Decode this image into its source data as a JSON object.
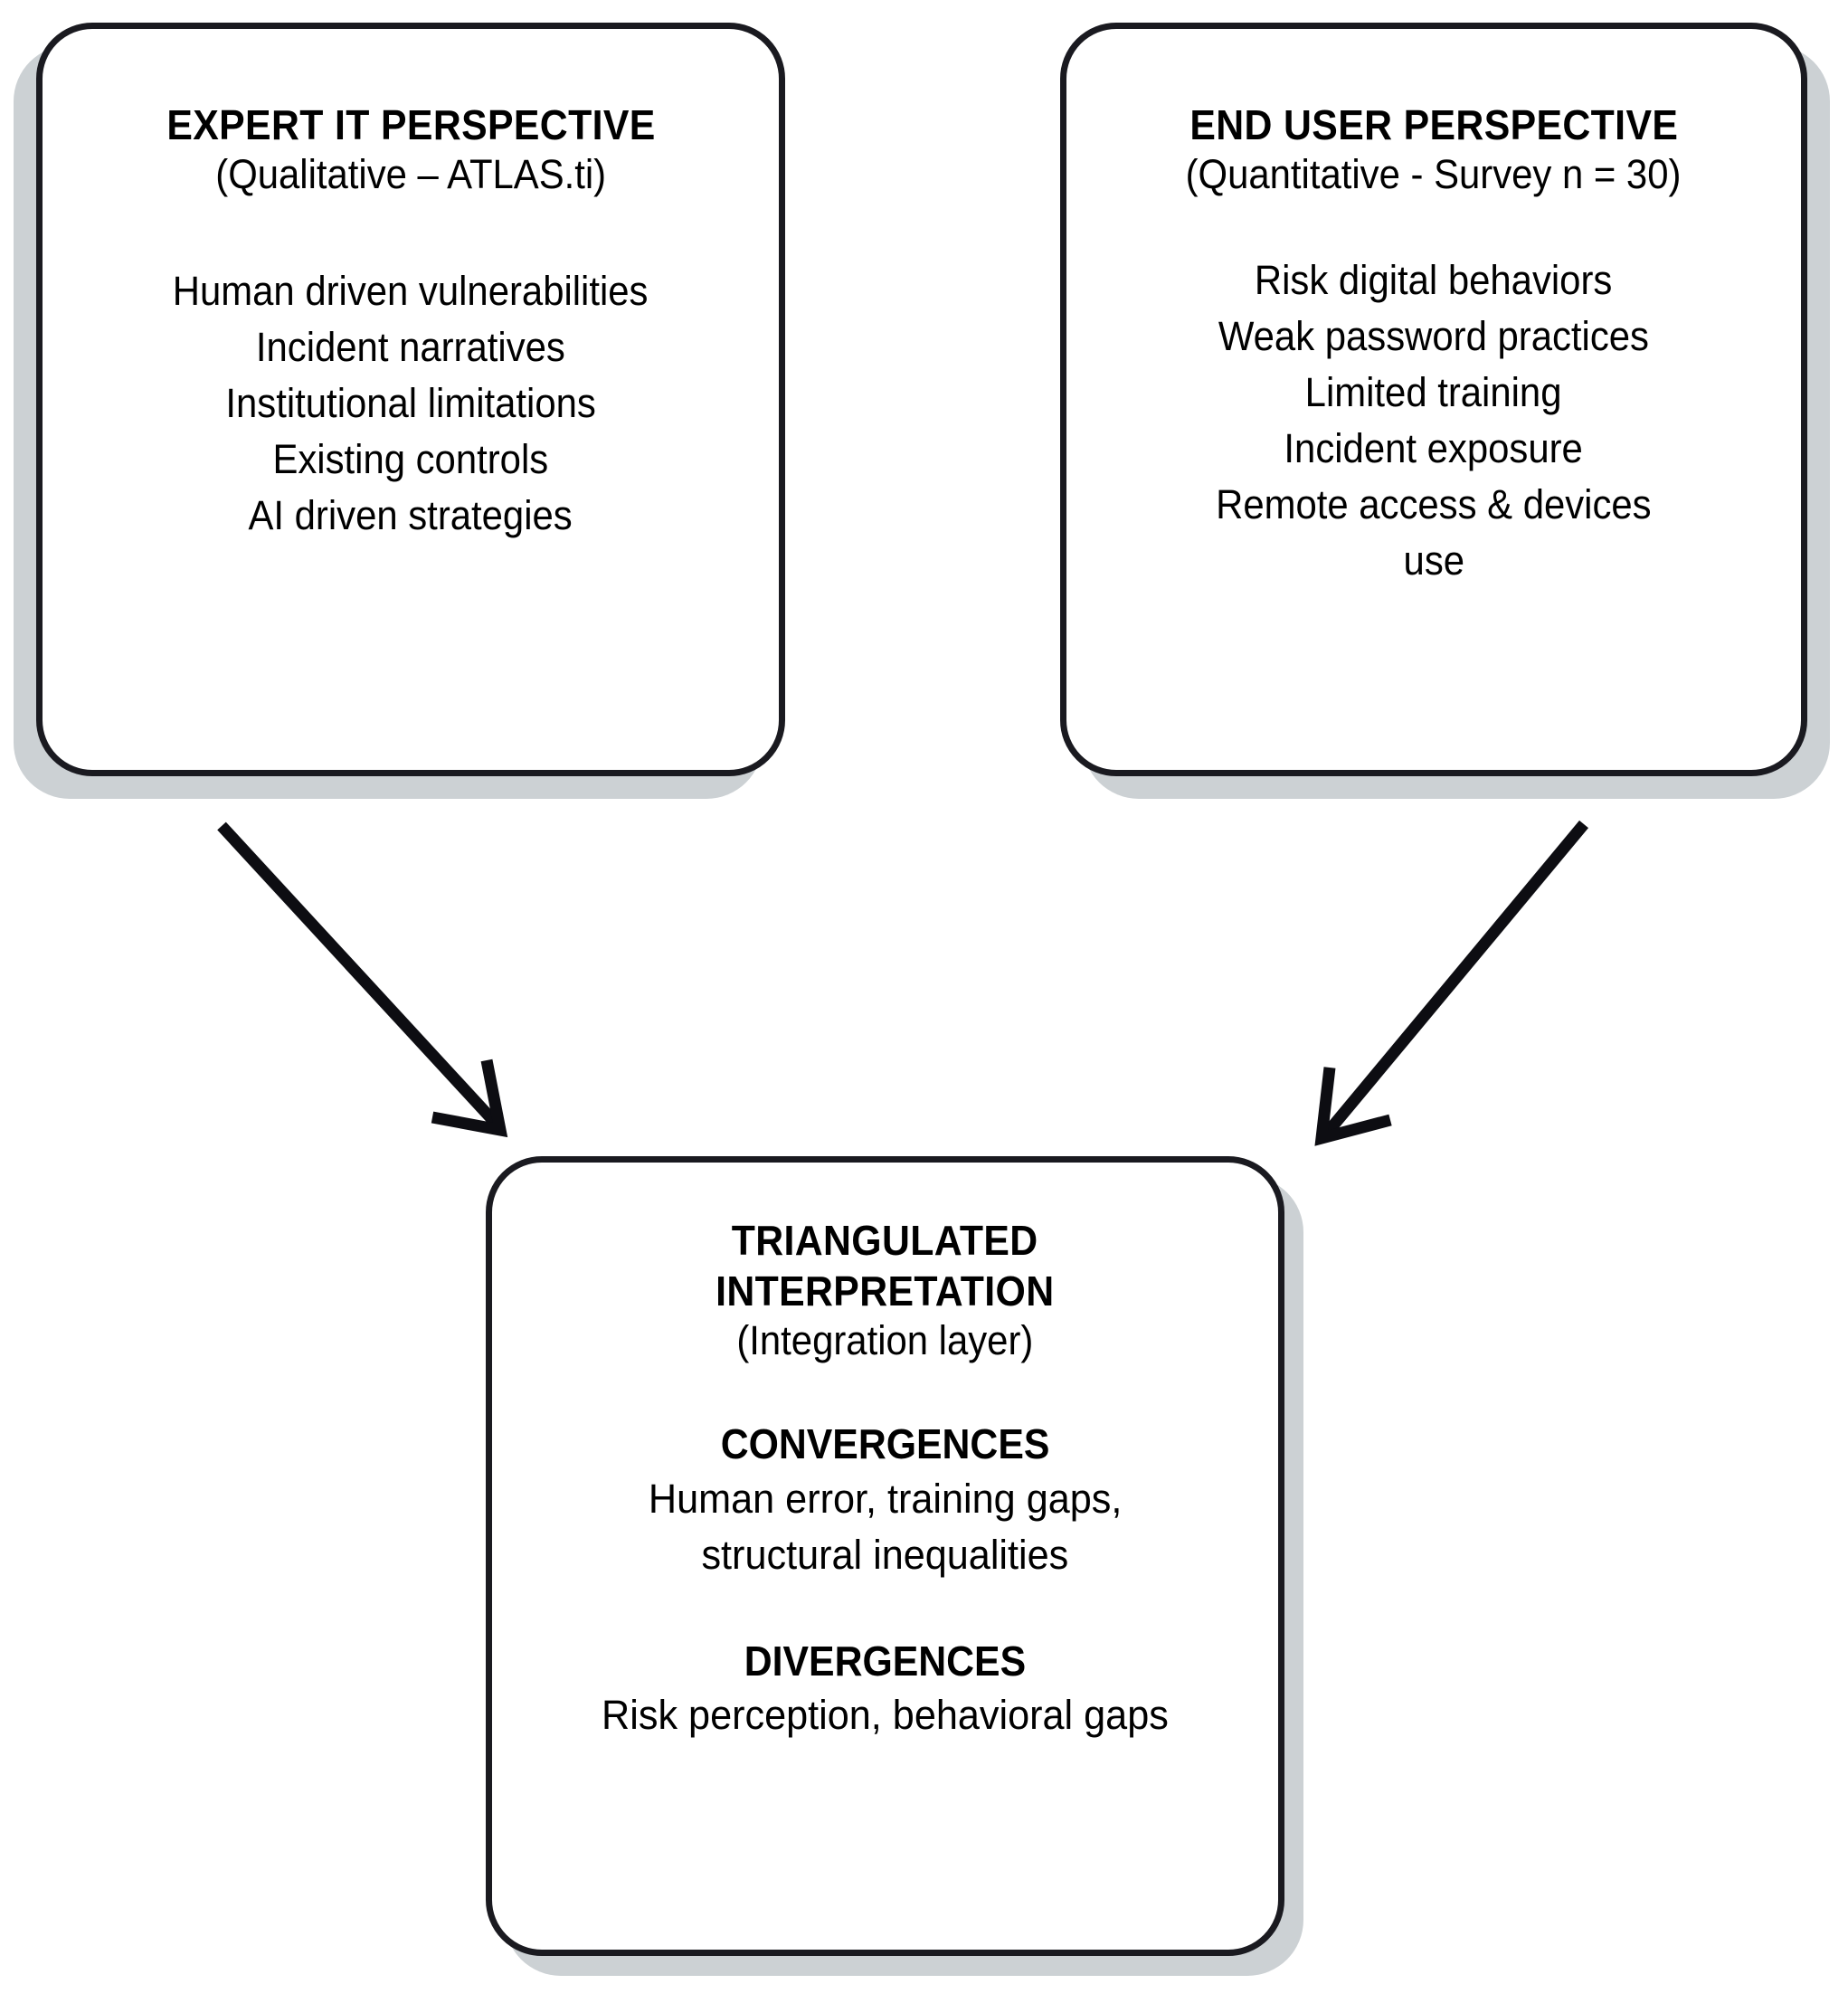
{
  "diagram": {
    "title": "Mixed methods triangulation diagram",
    "colors": {
      "stroke": "#1a1a20",
      "shadow": "#ccd1d4",
      "background": "#ffffff",
      "text": "#000000"
    },
    "boxes": {
      "expert": {
        "title": "EXPERT IT PERSPECTIVE",
        "subtitle": "(Qualitative – ATLAS.ti)",
        "items": [
          "Human driven vulnerabilities",
          "Incident narratives",
          "Institutional limitations",
          "Existing controls",
          "AI driven strategies"
        ]
      },
      "enduser": {
        "title": "END USER PERSPECTIVE",
        "subtitle": "(Quantitative - Survey n = 30)",
        "items": [
          "Risk digital behaviors",
          "Weak password practices",
          "Limited training",
          "Incident exposure",
          "Remote access & devices",
          "use"
        ]
      },
      "triangulated": {
        "title_line1": "TRIANGULATED",
        "title_line2": "INTERPRETATION",
        "subtitle": "(Integration layer)",
        "sections": [
          {
            "heading": "CONVERGENCES",
            "lines": [
              "Human error, training gaps,",
              "structural inequalities"
            ]
          },
          {
            "heading": "DIVERGENCES",
            "lines": [
              "Risk perception, behavioral gaps"
            ]
          }
        ]
      }
    },
    "connectors": [
      {
        "name": "expert-to-triangulated",
        "from": "expert",
        "to": "triangulated",
        "direction": "down-right"
      },
      {
        "name": "enduser-to-triangulated",
        "from": "enduser",
        "to": "triangulated",
        "direction": "down-left"
      }
    ]
  }
}
